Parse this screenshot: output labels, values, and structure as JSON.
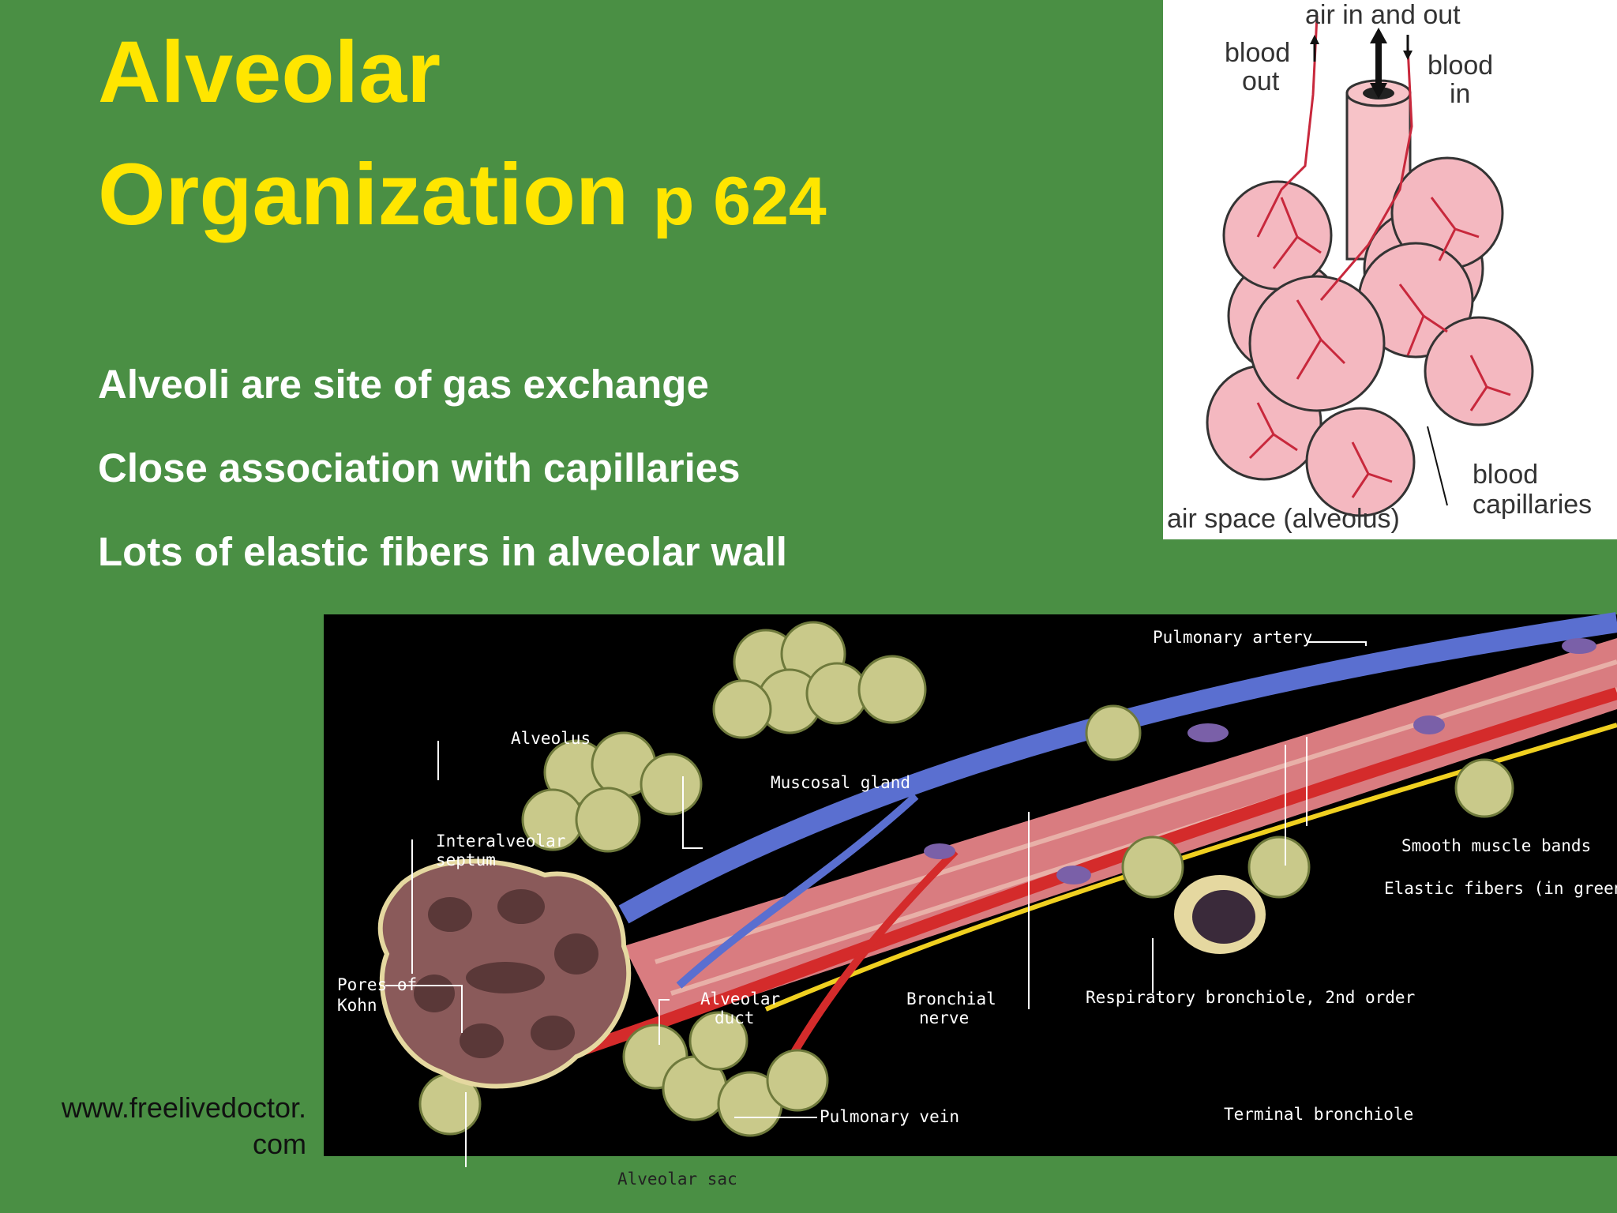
{
  "slide": {
    "title_line1": "Alveolar",
    "title_line2": "Organization",
    "title_page": "p 624",
    "bullets": [
      "Alveoli are site of gas exchange",
      "Close association with capillaries",
      "Lots of elastic fibers in alveolar wall"
    ],
    "credit_line1": "www.freelivedoctor.",
    "credit_line2": "com"
  },
  "small_figure": {
    "labels": {
      "air_in_out": "air in and out",
      "blood_out_1": "blood",
      "blood_out_2": "out",
      "blood_in_1": "blood",
      "blood_in_2": "in",
      "air_space": "air space (alveolus)",
      "capillaries_1": "blood",
      "capillaries_2": "capillaries"
    }
  },
  "large_figure": {
    "labels": {
      "pulmonary_artery": "Pulmonary artery",
      "alveolus": "Alveolus",
      "muscosal_gland": "Muscosal gland",
      "interalveolar_1": "Interalveolar",
      "interalveolar_2": "septum",
      "smooth_muscle": "Smooth muscle bands",
      "elastic_fibers": "Elastic fibers (in green)",
      "pores_1": "Pores of",
      "pores_2": "Kohn",
      "alveolar_duct_1": "Alveolar",
      "alveolar_duct_2": "duct",
      "bronchial_nerve_1": "Bronchial",
      "bronchial_nerve_2": "nerve",
      "resp_bronchiole": "Respiratory bronchiole, 2nd order",
      "pulmonary_vein": "Pulmonary vein",
      "terminal_bronchiole": "Terminal bronchiole",
      "alveolar_sac": "Alveolar sac"
    }
  },
  "colors": {
    "background": "#4a8f44",
    "title": "#ffe600",
    "bullet_text": "#ffffff",
    "alveolus_fill": "#f4b8c0",
    "capillary": "#d8204a",
    "artery_red": "#d42b2b",
    "vein_blue": "#5a6fd0",
    "nerve_yellow": "#f0d020",
    "alveoli_green": "#c9c98a"
  }
}
